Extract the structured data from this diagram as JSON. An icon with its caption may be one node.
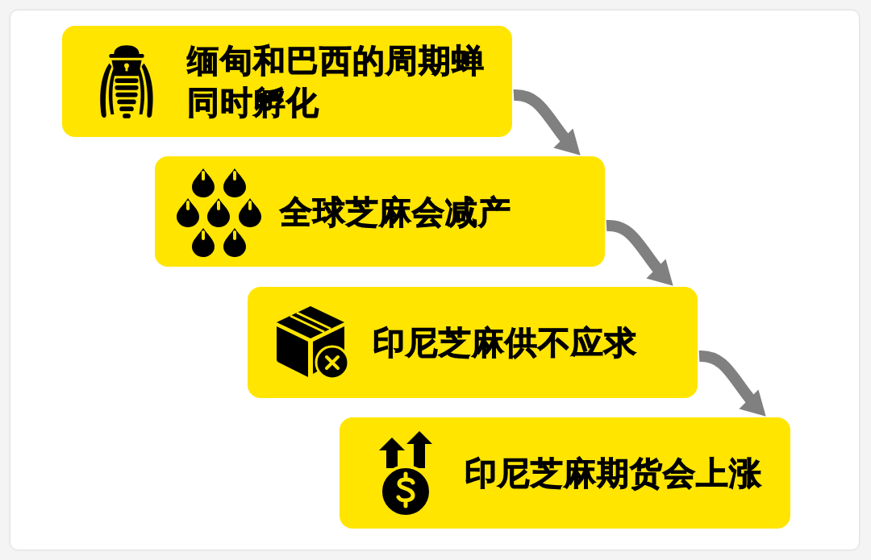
{
  "diagram": {
    "nodes": [
      {
        "text": [
          "缅甸和巴西的周期蝉同时孵化"
        ]
      },
      {
        "text": [
          "全球芝麻会减产"
        ]
      },
      {
        "text": [
          "印尼芝麻供不应求"
        ]
      },
      {
        "text": [
          "印尼芝麻期货会上涨"
        ]
      }
    ],
    "edges": [
      {
        "from": 0,
        "to": 1,
        "arrow": "to"
      },
      {
        "from": 1,
        "to": 2,
        "arrow": "to"
      },
      {
        "from": 2,
        "to": 3,
        "arrow": "to"
      }
    ]
  }
}
